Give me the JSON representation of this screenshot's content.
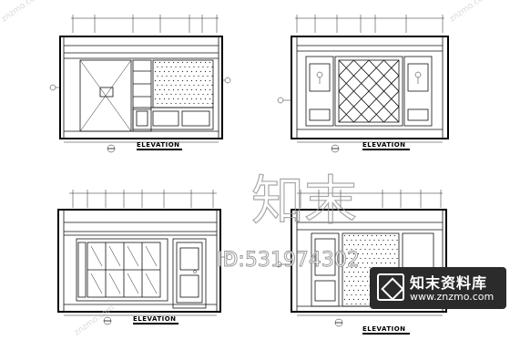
{
  "elevations": [
    {
      "label": "ELEVATION"
    },
    {
      "label": "ELEVATION"
    },
    {
      "label": "ELEVATION"
    },
    {
      "label": "ELEVATION"
    }
  ],
  "watermark": {
    "big_text": "知末",
    "id_text": "ID:531974302",
    "corner_text": "znzmo.com"
  },
  "logo": {
    "title": "知末资料库",
    "url": "www.znzmo.com"
  }
}
